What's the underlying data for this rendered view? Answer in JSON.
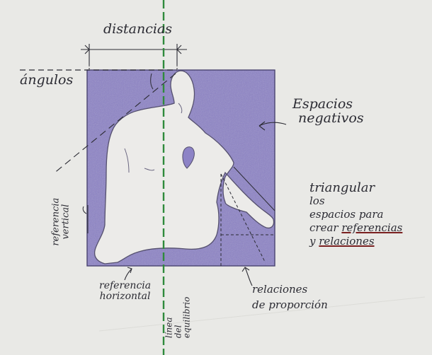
{
  "labels": {
    "distancias": "distancias",
    "angulos": "ángulos",
    "espacios_line1": "Espacios",
    "espacios_line2": "negativos",
    "triangular_line1": "triangular",
    "triangular_line2": "los",
    "triangular_line3": "espacios para",
    "triangular_line4_prefix": "crear",
    "triangular_line4_underlined": "referencias",
    "triangular_line5_prefix": "y",
    "triangular_line5_underlined": "relaciones",
    "referencia_vertical_line1": "referencia",
    "referencia_vertical_line2": "vertical",
    "referencia_horizontal_line1": "referencia",
    "referencia_horizontal_line2": "horizontal",
    "linea_equilibrio_line1": "línea",
    "linea_equilibrio_line2": "del",
    "linea_equilibrio_line3": "equilibrio",
    "relaciones_line1": "relaciones",
    "relaciones_line2": "de proporción"
  },
  "colors": {
    "paper": "#e9e9e6",
    "negative_space": "#8d83c6",
    "figure": "#ecebe9",
    "ink": "#2b2b33",
    "balance_line": "#2f8a3c",
    "underline": "#7a2020"
  }
}
